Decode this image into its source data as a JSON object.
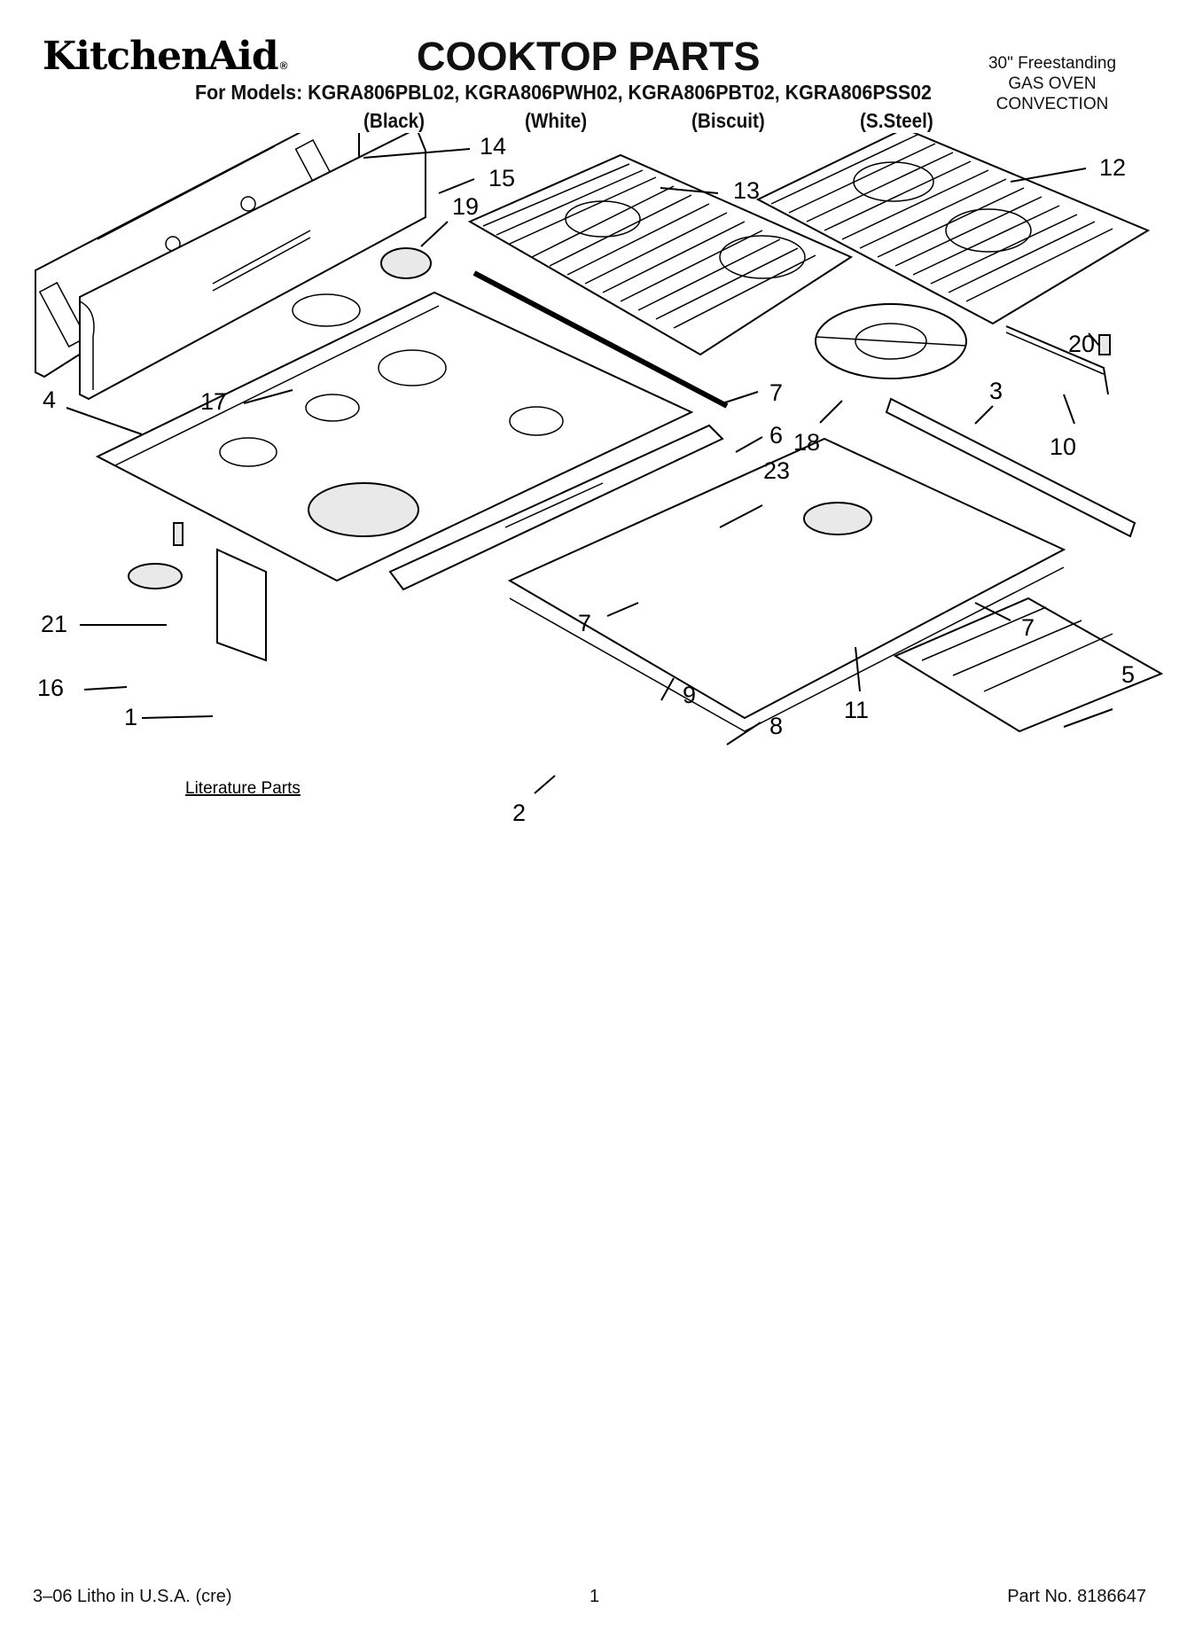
{
  "header": {
    "brand": "KitchenAid",
    "brand_mark": "®",
    "title": "COOKTOP PARTS",
    "models_line": "For Models: KGRA806PBL02, KGRA806PWH02, KGRA806PBT02, KGRA806PSS02",
    "variants": [
      "(Black)",
      "(White)",
      "(Biscuit)",
      "(S.Steel)"
    ],
    "product_lines": [
      "30\" Freestanding",
      "GAS OVEN",
      "CONVECTION"
    ]
  },
  "diagram": {
    "callouts": [
      "14",
      "15",
      "19",
      "13",
      "12",
      "17",
      "4",
      "7",
      "6",
      "18",
      "20",
      "3",
      "10",
      "23",
      "21",
      "7",
      "7",
      "9",
      "8",
      "11",
      "5",
      "16",
      "1",
      "2"
    ],
    "literature_label": "Literature Parts"
  },
  "footer": {
    "print_info": "3–06 Litho in U.S.A. (cre)",
    "page_number": "1",
    "part_number": "Part No. 8186647"
  }
}
